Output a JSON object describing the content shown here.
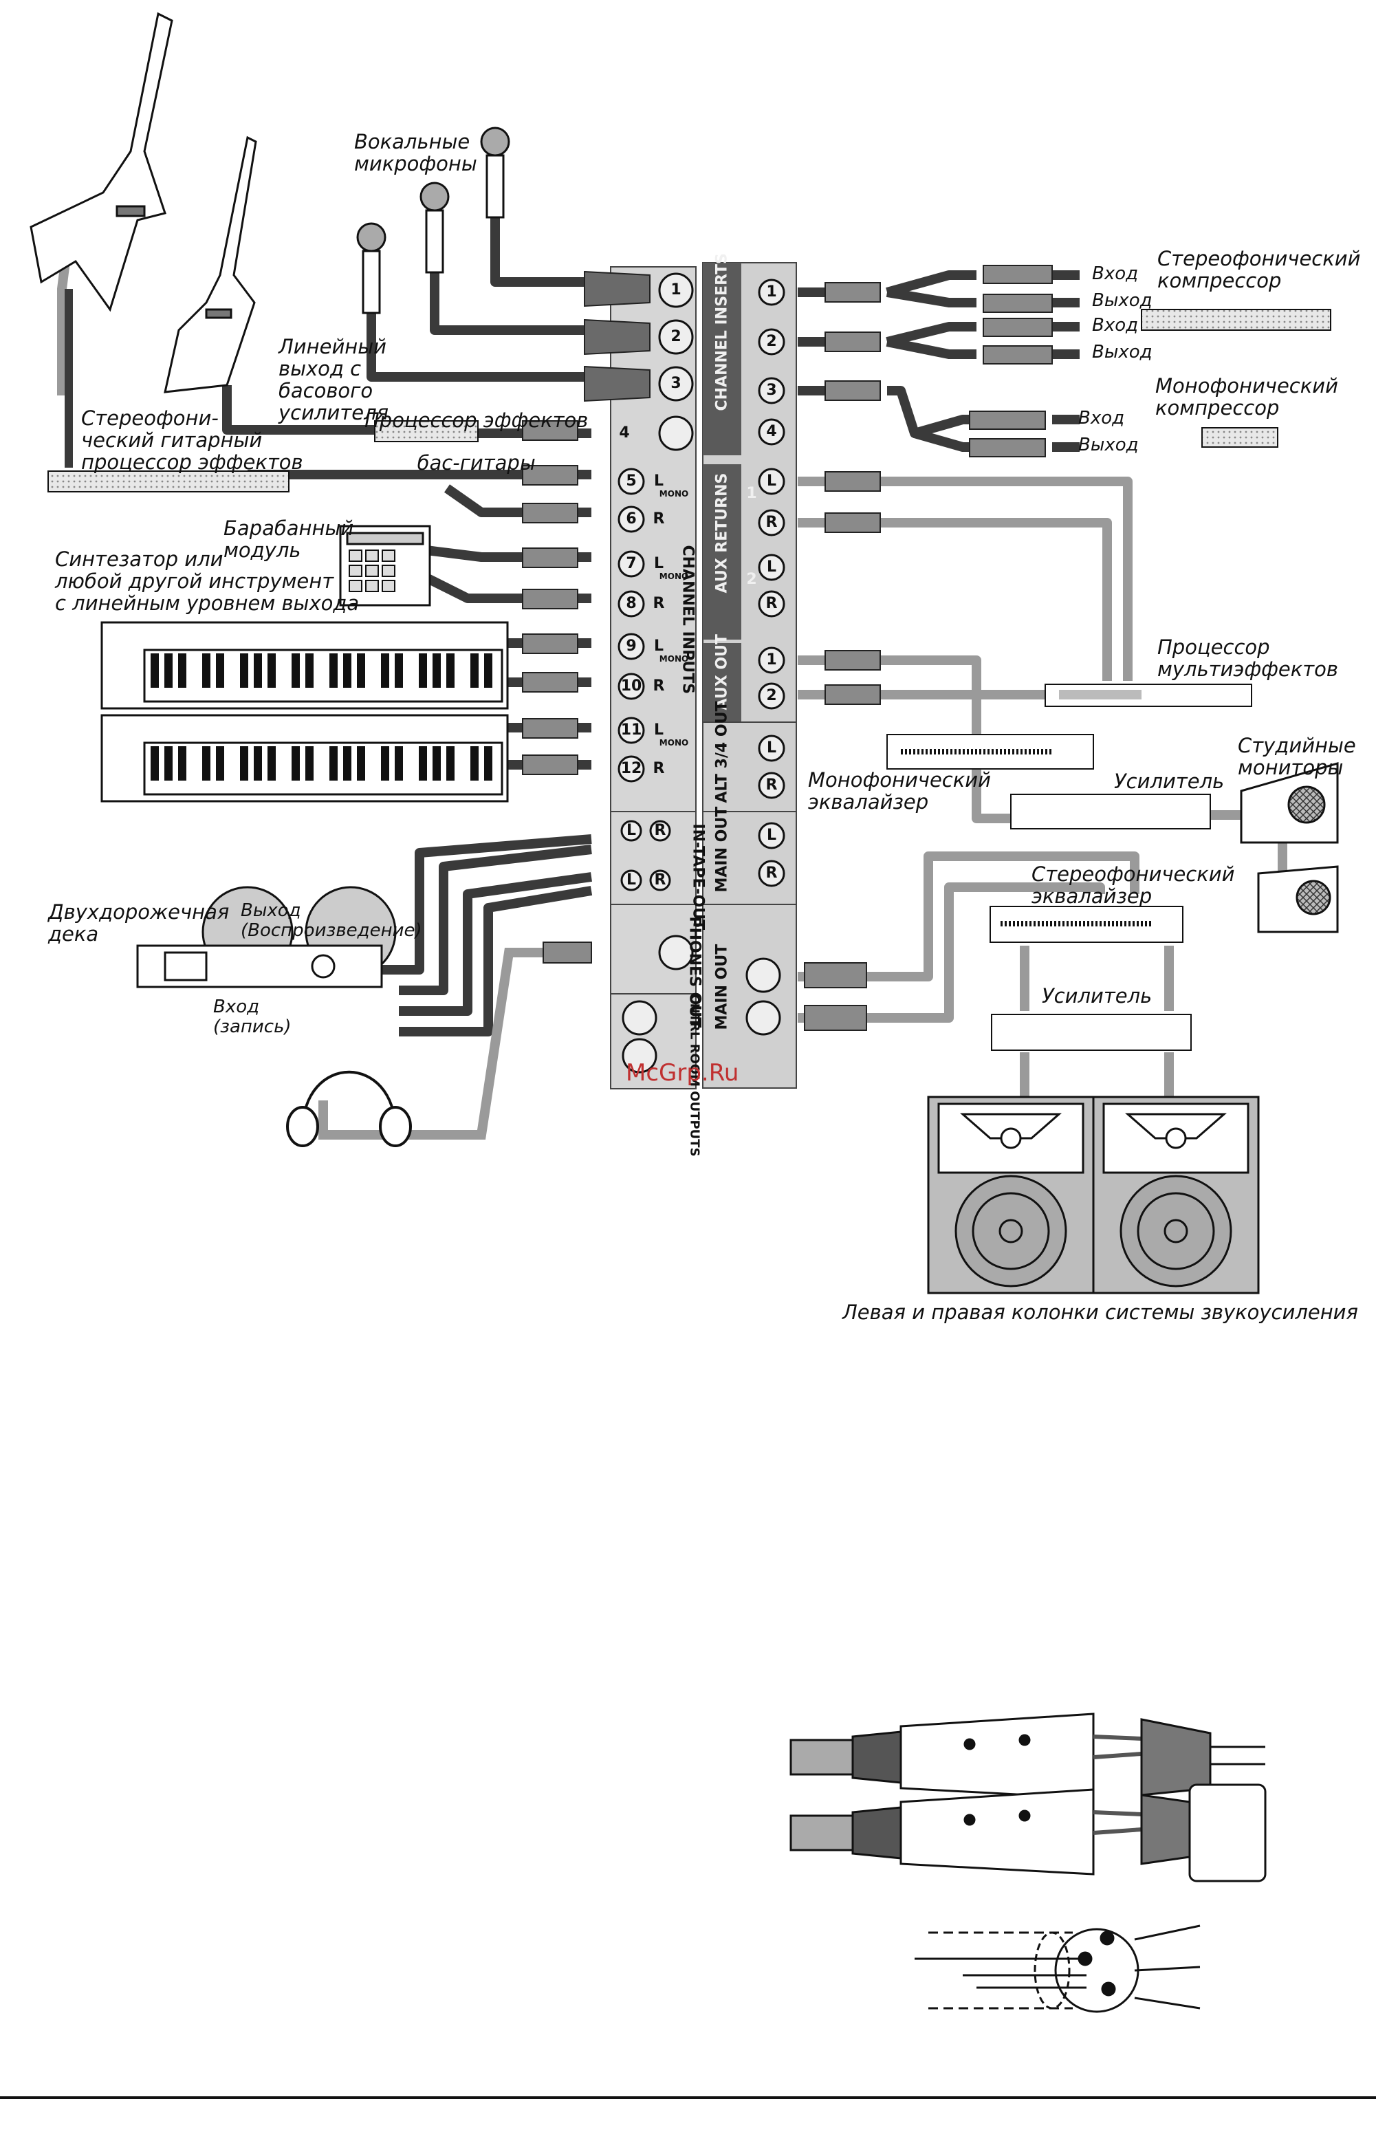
{
  "labels": {
    "vocal_mics": "Вокальные\nмикрофоны",
    "line_out_bass_amp": "Линейный\nвыход с\nбасового\nусилителя",
    "bass_fx": "Процессор эффектов\nбас-гитары",
    "stereo_guitar_fx": "Стереофони-\nческий гитарный\nпроцессор эффектов",
    "drum_module": "Барабанный\nмодуль",
    "synth": "Синтезатор или\nлюбой другой инструмент\nс линейным уровнем выхода",
    "stereo_compressor": "Стереофонический\nкомпрессор",
    "mono_compressor": "Монофонический\nкомпрессор",
    "multi_fx": "Процессор\nмультиэффектов",
    "mono_eq": "Монофонический\nэквалайзер",
    "amp1": "Усилитель",
    "studio_monitors": "Студийные\nмониторы",
    "stereo_eq": "Стереофонический\nэквалайзер",
    "amp2": "Усилитель",
    "tape_deck": "Двухдорожечная\nдека",
    "tape_out": "Выход\n(Воспроизведение)",
    "tape_in": "Вход\n(запись)",
    "pa_speakers": "Левая и правая колонки системы звукоусиления",
    "io_in": "Вход",
    "io_out": "Выход"
  },
  "panel": {
    "channel_inputs": "CHANNEL INPUTS",
    "channel_inserts": "CHANNEL INSERTS",
    "aux_returns": "AUX RETURNS",
    "aux_out": "AUX OUT",
    "alt_out": "ALT 3/4 OUT",
    "main_out_1": "MAIN OUT",
    "main_out_2": "MAIN OUT",
    "tape": "IN-TAPE-OUT",
    "phones": "PHONES OUT",
    "ctrl_room": "CNTRL ROOM OUTPUTS",
    "mono": "MONO",
    "inputs": [
      "1",
      "2",
      "3",
      "4",
      "5",
      "6",
      "7",
      "8",
      "9",
      "10",
      "11",
      "12"
    ],
    "inserts": [
      "1",
      "2",
      "3",
      "4"
    ],
    "returns_1": "1",
    "returns_2": "2",
    "aux_nums": [
      "1",
      "2"
    ],
    "L": "L",
    "R": "R"
  },
  "watermark": "McGrp.Ru",
  "colors": {
    "cable": "#3a3a3a",
    "cable_light": "#9a9a9a",
    "panel_light": "#d6d6d6",
    "panel_dark": "#5a5a5a",
    "watermark": "#c03030"
  }
}
